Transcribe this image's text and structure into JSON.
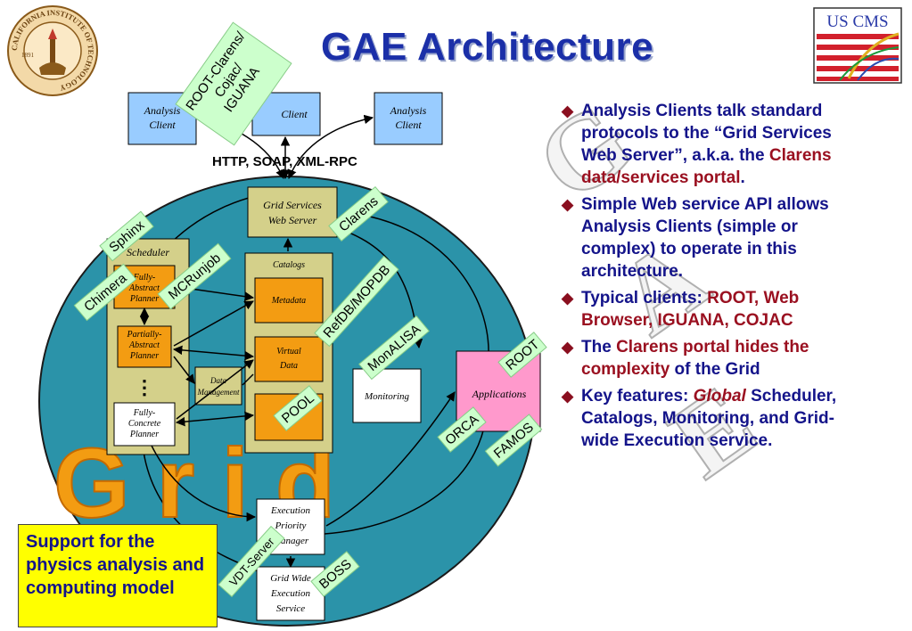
{
  "title": "GAE Architecture",
  "caltech_logo": {
    "text": "CALIFORNIA INSTITUTE OF TECHNOLOGY",
    "year": "1891"
  },
  "uscms_logo": {
    "text": "US CMS"
  },
  "watermark": "GAE",
  "diagram": {
    "clients": {
      "left": "Analysis Client",
      "center": "Client",
      "right": "Analysis Client"
    },
    "protocol_label": "HTTP, SOAP, XML-RPC",
    "grid_services": "Grid Services Web Server",
    "scheduler": {
      "title": "Scheduler",
      "fully_abstract": "Fully-Abstract Planner",
      "partially_abstract": "Partially-Abstract Planner",
      "fully_concrete": "Fully-Concrete Planner",
      "dots": "⋮"
    },
    "catalogs": {
      "title": "Catalogs",
      "metadata": "Metadata",
      "virtual_data": "Virtual Data"
    },
    "data_management": "Data Management",
    "monitoring": "Monitoring",
    "applications": "Applications",
    "execution_priority": "Execution Priority Manager",
    "grid_wide_execution": "Grid Wide Execution Service",
    "grid_word": "Grid",
    "tags": {
      "root_clarens": "ROOT-Clarens/ Cojac/ IGUANA",
      "clarens": "Clarens",
      "sphinx": "Sphinx",
      "chimera": "Chimera",
      "mcrunjob": "MCRunjob",
      "refdb": "RefDB/MOPDB",
      "monalisa": "MonALISA",
      "pool": "POOL",
      "root": "ROOT",
      "orca": "ORCA",
      "famos": "FAMOS",
      "vdt": "VDT-Server",
      "boss": "BOSS"
    }
  },
  "bullets": [
    {
      "parts": [
        {
          "t": "Analysis Clients talk standard protocols to the “Grid Services Web Server”, a.k.a. the "
        },
        {
          "t": "Clarens data/services portal",
          "c": "red"
        },
        {
          "t": "."
        }
      ]
    },
    {
      "parts": [
        {
          "t": "Simple Web service API allows Analysis Clients (simple or complex) to operate in this architecture."
        }
      ]
    },
    {
      "parts": [
        {
          "t": "Typical clients: "
        },
        {
          "t": "ROOT, Web Browser, IGUANA, COJAC",
          "c": "red"
        }
      ]
    },
    {
      "parts": [
        {
          "t": "The "
        },
        {
          "t": "Clarens portal hides the complexity",
          "c": "red"
        },
        {
          "t": " of the Grid"
        }
      ]
    },
    {
      "parts": [
        {
          "t": "Key features: "
        },
        {
          "t": "Global",
          "c": "red it"
        },
        {
          "t": " Scheduler, Catalogs, Monitoring, and Grid-wide Execution service."
        }
      ]
    }
  ],
  "support_box": "Support for the physics analysis and computing model"
}
